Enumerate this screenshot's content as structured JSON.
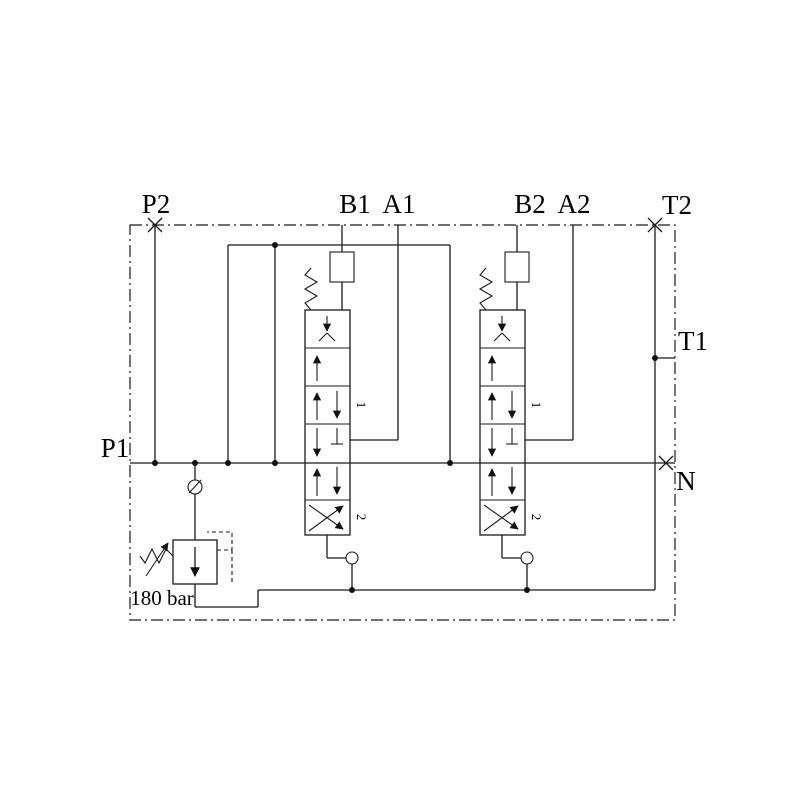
{
  "diagram_type": "hydraulic directional control valve schematic (2-spool monoblock)",
  "ports": {
    "p1": "P1",
    "p2": "P2",
    "t1": "T1",
    "t2": "T2",
    "n": "N",
    "b1": "B1",
    "a1": "A1",
    "b2": "B2",
    "a2": "A2"
  },
  "relief_valve": {
    "setting_label": "180 bar"
  },
  "valve1": {
    "position_labels": [
      "1",
      "2"
    ]
  },
  "valve2": {
    "position_labels": [
      "1",
      "2"
    ]
  },
  "colors": {
    "line": "#1b1b1b",
    "background": "#ffffff"
  }
}
